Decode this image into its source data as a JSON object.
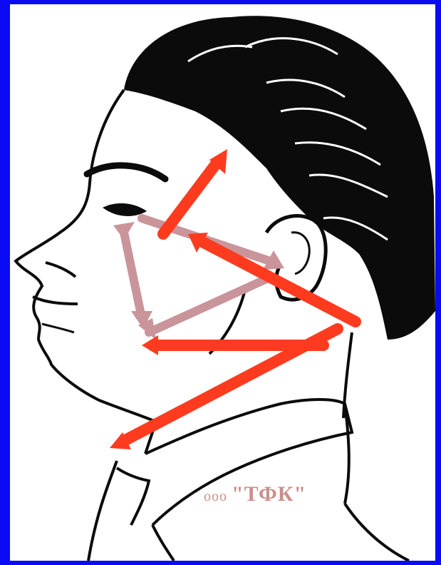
{
  "image": {
    "subject": "man-profile-face-massage-lines",
    "frame_color": "#0a0af5",
    "background_color": "#ffffff"
  },
  "arrows": {
    "primary_color": "#ff3b1f",
    "secondary_color": "#c9949a"
  },
  "watermark": {
    "prefix": "ooo",
    "name": "\"ТФК\""
  }
}
